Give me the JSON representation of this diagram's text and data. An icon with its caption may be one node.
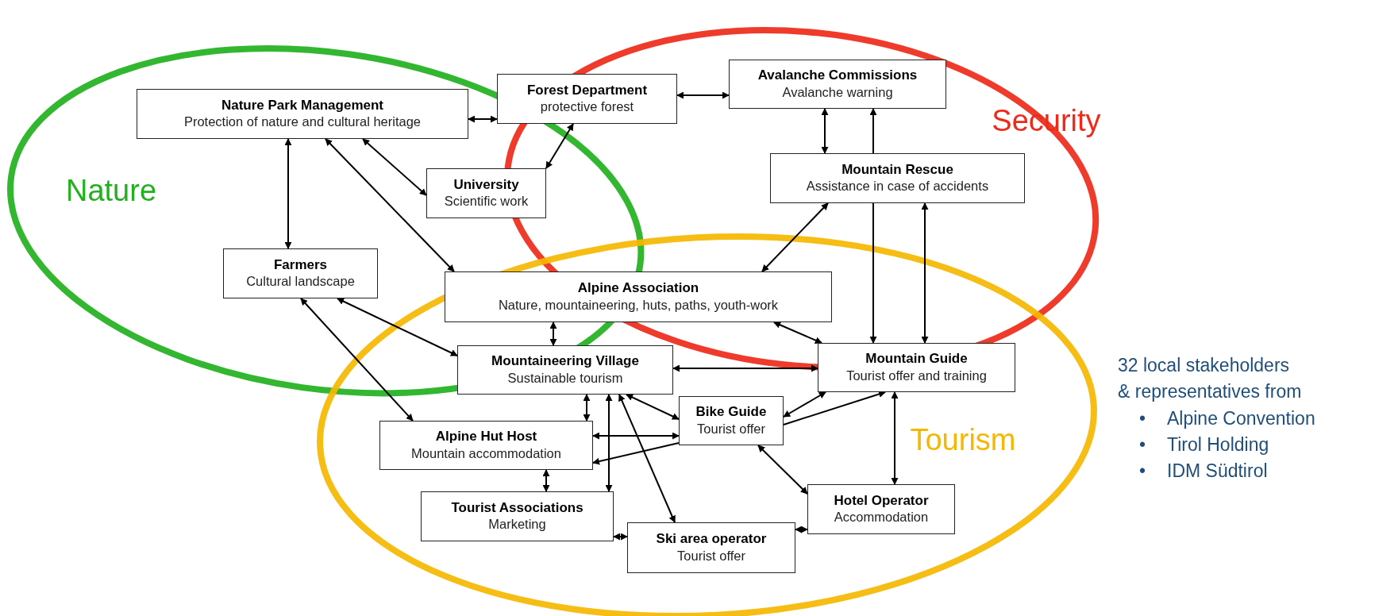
{
  "diagram": {
    "nodes": [
      {
        "text": [
          "Nature Park Management",
          "Protection of nature and cultural heritage"
        ]
      },
      {
        "text": [
          "Forest Department",
          "protective forest"
        ]
      },
      {
        "text": [
          "Avalanche Commissions",
          "Avalanche warning"
        ]
      },
      {
        "text": [
          "University",
          "Scientific work"
        ]
      },
      {
        "text": [
          "Mountain Rescue",
          "Assistance in case of accidents"
        ]
      },
      {
        "text": [
          "Farmers",
          "Cultural landscape"
        ]
      },
      {
        "text": [
          "Alpine Association",
          "Nature, mountaineering, huts, paths, youth-work"
        ]
      },
      {
        "text": [
          "Mountaineering Village",
          "Sustainable tourism"
        ]
      },
      {
        "text": [
          "Mountain Guide",
          "Tourist offer and training"
        ]
      },
      {
        "text": [
          "Bike Guide",
          "Tourist offer"
        ]
      },
      {
        "text": [
          "Alpine Hut Host",
          "Mountain accommodation"
        ]
      },
      {
        "text": [
          "Tourist Associations",
          "Marketing"
        ]
      },
      {
        "text": [
          "Hotel Operator",
          "Accommodation"
        ]
      },
      {
        "text": [
          "Ski area operator",
          "Tourist offer"
        ]
      }
    ],
    "edges": [
      {
        "from": 0,
        "to": 1,
        "arrow": "both"
      },
      {
        "from": 1,
        "to": 2,
        "arrow": "both"
      },
      {
        "from": 1,
        "to": 3,
        "arrow": "both"
      },
      {
        "from": 0,
        "to": 3,
        "arrow": "both"
      },
      {
        "from": 0,
        "to": 5,
        "arrow": "both"
      },
      {
        "from": 0,
        "to": 6,
        "arrow": "both"
      },
      {
        "from": 2,
        "to": 4,
        "arrow": "both"
      },
      {
        "from": 4,
        "to": 2,
        "arrow": "to"
      },
      {
        "from": 4,
        "to": 6,
        "arrow": "both"
      },
      {
        "from": 4,
        "to": 8,
        "arrow": "to"
      },
      {
        "from": 4,
        "to": 8,
        "arrow": "both"
      },
      {
        "from": 6,
        "to": 7,
        "arrow": "both"
      },
      {
        "from": 6,
        "to": 8,
        "arrow": "both"
      },
      {
        "from": 5,
        "to": 7,
        "arrow": "both"
      },
      {
        "from": 5,
        "to": 10,
        "arrow": "both"
      },
      {
        "from": 7,
        "to": 8,
        "arrow": "both"
      },
      {
        "from": 7,
        "to": 10,
        "arrow": "both"
      },
      {
        "from": 7,
        "to": 11,
        "arrow": "both"
      },
      {
        "from": 7,
        "to": 9,
        "arrow": "both"
      },
      {
        "from": 7,
        "to": 13,
        "arrow": "both"
      },
      {
        "from": 10,
        "to": 9,
        "arrow": "both"
      },
      {
        "from": 9,
        "to": 10,
        "arrow": "to"
      },
      {
        "from": 10,
        "to": 11,
        "arrow": "both"
      },
      {
        "from": 11,
        "to": 13,
        "arrow": "both"
      },
      {
        "from": 9,
        "to": 8,
        "arrow": "both"
      },
      {
        "from": 9,
        "to": 8,
        "arrow": "to"
      },
      {
        "from": 8,
        "to": 12,
        "arrow": "both"
      },
      {
        "from": 9,
        "to": 12,
        "arrow": "both"
      },
      {
        "from": 13,
        "to": 12,
        "arrow": "both"
      }
    ],
    "labels": [
      "Nature",
      "Security",
      "Tourism",
      "32 local stakeholders",
      "& representatives from",
      "•",
      "Alpine Convention",
      "•",
      "Tirol Holding",
      "•",
      "IDM Südtirol"
    ]
  }
}
